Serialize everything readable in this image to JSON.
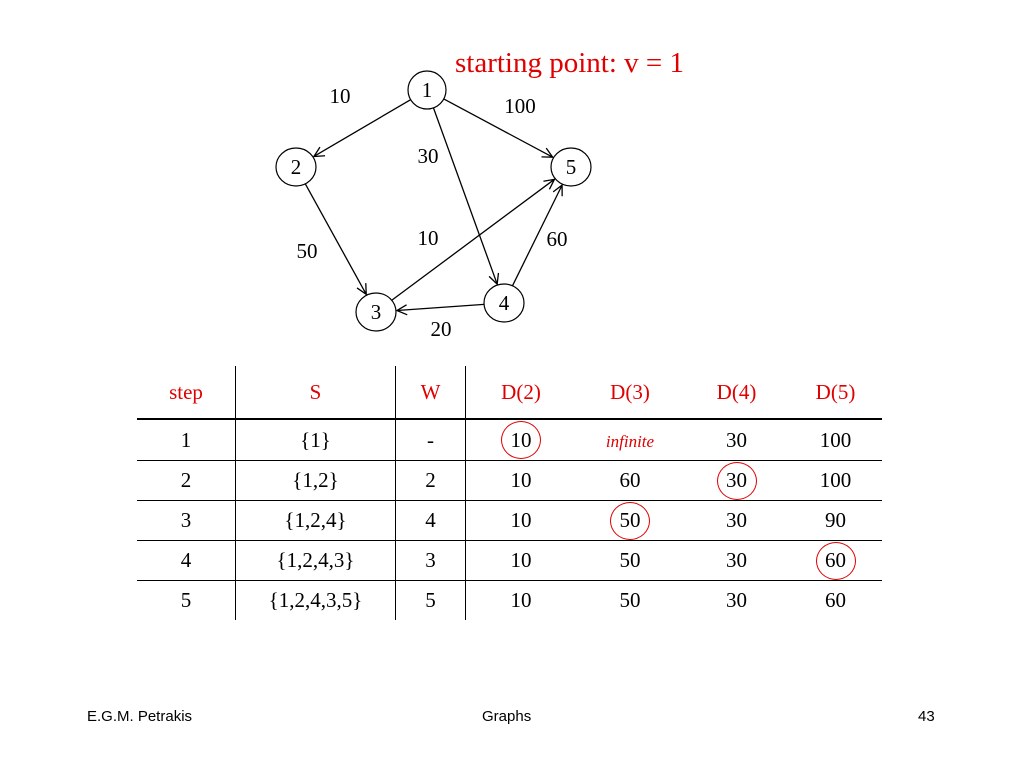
{
  "starting_point": "starting point: v = 1",
  "graph": {
    "nodes": [
      {
        "id": "1",
        "label": "1"
      },
      {
        "id": "2",
        "label": "2"
      },
      {
        "id": "3",
        "label": "3"
      },
      {
        "id": "4",
        "label": "4"
      },
      {
        "id": "5",
        "label": "5"
      }
    ],
    "edges": [
      {
        "from": "1",
        "to": "2",
        "weight": "10"
      },
      {
        "from": "1",
        "to": "5",
        "weight": "100"
      },
      {
        "from": "1",
        "to": "4",
        "weight": "30"
      },
      {
        "from": "2",
        "to": "3",
        "weight": "50"
      },
      {
        "from": "3",
        "to": "5",
        "weight": "10"
      },
      {
        "from": "4",
        "to": "5",
        "weight": "60"
      },
      {
        "from": "4",
        "to": "3",
        "weight": "20"
      }
    ]
  },
  "table": {
    "headers": [
      "step",
      "S",
      "W",
      "D(2)",
      "D(3)",
      "D(4)",
      "D(5)"
    ],
    "rows": [
      [
        "1",
        "{1}",
        "-",
        "10",
        "infinite",
        "30",
        "100"
      ],
      [
        "2",
        "{1,2}",
        "2",
        "10",
        "60",
        "30",
        "100"
      ],
      [
        "3",
        "{1,2,4}",
        "4",
        "10",
        "50",
        "30",
        "90"
      ],
      [
        "4",
        "{1,2,4,3}",
        "3",
        "10",
        "50",
        "30",
        "60"
      ],
      [
        "5",
        "{1,2,4,3,5}",
        "5",
        "10",
        "50",
        "30",
        "60"
      ]
    ],
    "circled_cells": [
      {
        "row": 0,
        "col": 3
      },
      {
        "row": 1,
        "col": 5
      },
      {
        "row": 2,
        "col": 4
      },
      {
        "row": 3,
        "col": 6
      }
    ],
    "italic_values": [
      "infinite"
    ]
  },
  "footer": {
    "left": "E.G.M. Petrakis",
    "center": "Graphs",
    "right": "43"
  },
  "colors": {
    "accent": "#e00000",
    "text": "#000000",
    "background": "#ffffff"
  }
}
